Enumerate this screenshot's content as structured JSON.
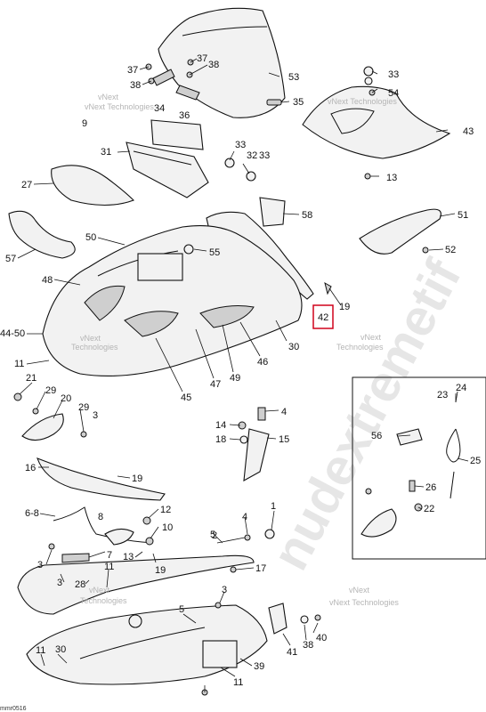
{
  "watermark": {
    "line1": "vNext",
    "line2": "Technologies",
    "combined": "vNext Technologies",
    "site_fragment": "nudextremetif"
  },
  "figure_code": "mmr0516",
  "highlighted_callout": "42",
  "callouts": [
    "37",
    "38",
    "37",
    "38",
    "34",
    "36",
    "9",
    "53",
    "35",
    "33",
    "54",
    "43",
    "31",
    "33",
    "32",
    "33",
    "13",
    "27",
    "58",
    "51",
    "57",
    "50",
    "55",
    "52",
    "48",
    "19",
    "42",
    "44-50",
    "11",
    "45",
    "47",
    "49",
    "46",
    "30",
    "21",
    "29",
    "20",
    "29",
    "3",
    "4",
    "14",
    "18",
    "15",
    "16",
    "19",
    "6-8",
    "12",
    "8",
    "10",
    "23",
    "24",
    "56",
    "25",
    "26",
    "22",
    "3",
    "7",
    "13",
    "19",
    "5",
    "3",
    "28",
    "11",
    "17",
    "2",
    "1",
    "4",
    "3",
    "5",
    "11",
    "30",
    "41",
    "38",
    "40",
    "11",
    "39"
  ]
}
